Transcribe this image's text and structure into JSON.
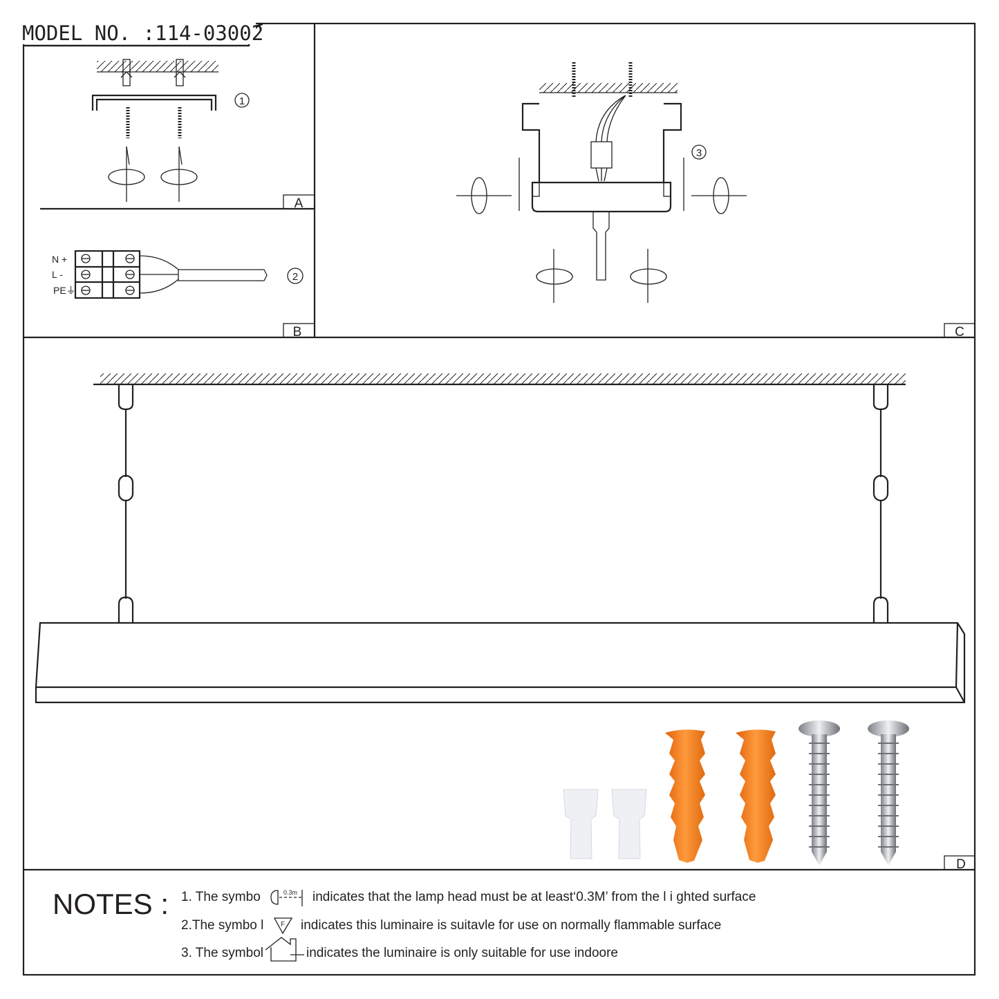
{
  "title": "MODEL NO. :114-03002",
  "panels": {
    "a": {
      "label": "A",
      "step": "1"
    },
    "b": {
      "label": "B",
      "step": "2",
      "terminals": [
        "N +",
        "L -",
        "PE⏚"
      ]
    },
    "c": {
      "label": "C",
      "step": "3"
    },
    "d": {
      "label": "D"
    }
  },
  "notes": {
    "heading": "NOTES :",
    "items": [
      {
        "prefix": "1. The symbo",
        "symbol_text": "0.3m",
        "text": "indicates that the lamp head must be at least‘0.3M’ from the l i ghted surface"
      },
      {
        "prefix": "2.The symbo l",
        "symbol_text": "F",
        "text": "indicates this luminaire is suitavle for use on normally flammable surface"
      },
      {
        "prefix": "3. The symbol",
        "symbol_text": "",
        "text": "indicates the luminaire is only suitable for use indoore"
      }
    ]
  },
  "colors": {
    "line": "#231f20",
    "anchor": "#f47a20",
    "screw": "#b8bcc2",
    "connector": "#eef0f4"
  }
}
